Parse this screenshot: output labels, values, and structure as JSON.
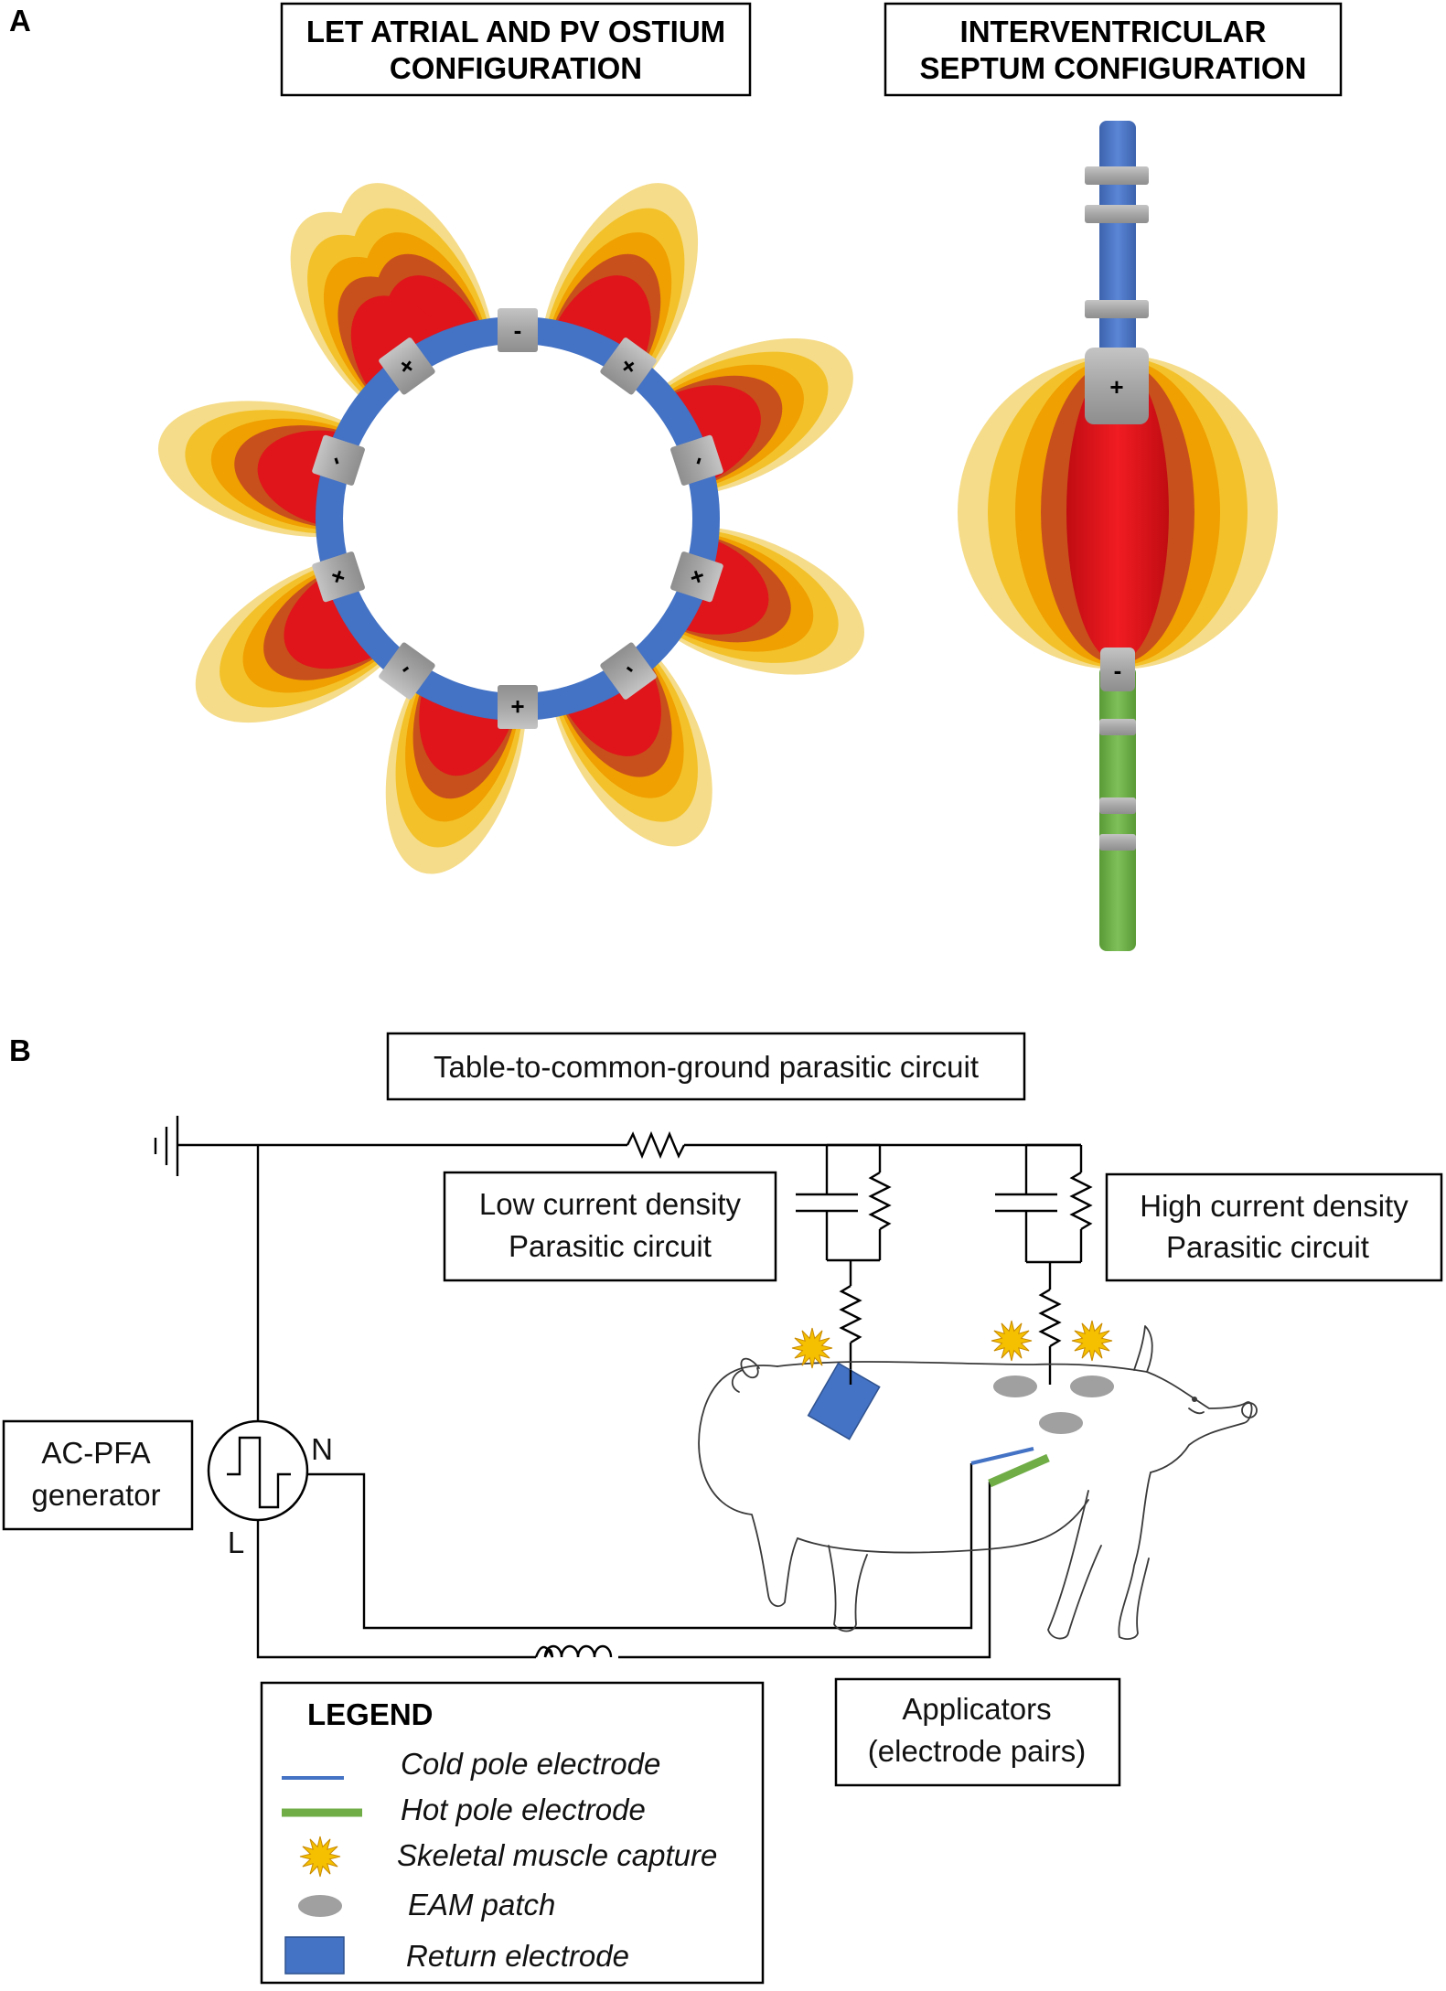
{
  "panel_a": {
    "letter": "A",
    "left_title": [
      "LET ATRIAL AND PV OSTIUM",
      "CONFIGURATION"
    ],
    "right_title": [
      "INTERVENTRICULAR",
      "SEPTUM CONFIGURATION"
    ],
    "ring_electrodes": [
      "-",
      "+",
      "-",
      "+",
      "-",
      "+",
      "-",
      "+",
      "-",
      "+"
    ],
    "septum_positive": "+",
    "septum_negative": "-"
  },
  "panel_b": {
    "letter": "B",
    "parasitic_title": "Table-to-common-ground parasitic circuit",
    "low_current": [
      "Low current density",
      "Parasitic circuit"
    ],
    "high_current": [
      "High current density",
      "Parasitic circuit"
    ],
    "generator": [
      "AC-PFA",
      "generator"
    ],
    "neutral": "N",
    "line": "L",
    "applicators": [
      "Applicators",
      "(electrode pairs)"
    ],
    "legend": {
      "title": "LEGEND",
      "items": [
        "Cold pole electrode",
        "Hot pole electrode",
        "Skeletal muscle capture",
        "EAM patch",
        "Return electrode"
      ]
    }
  },
  "colors": {
    "ring_blue": "#4472c4",
    "electrode_gray": "#a6a6a6",
    "lobe_red": "#e0141b",
    "lobe_darkorange": "#c8501c",
    "lobe_orange": "#f0a000",
    "lobe_gold": "#f3c22a",
    "lobe_pale": "#f5dc8a",
    "hot_green": "#70ad47",
    "return_blue": "#4472c4",
    "eam_gray": "#a0a0a0",
    "spark": "#f5c000"
  }
}
